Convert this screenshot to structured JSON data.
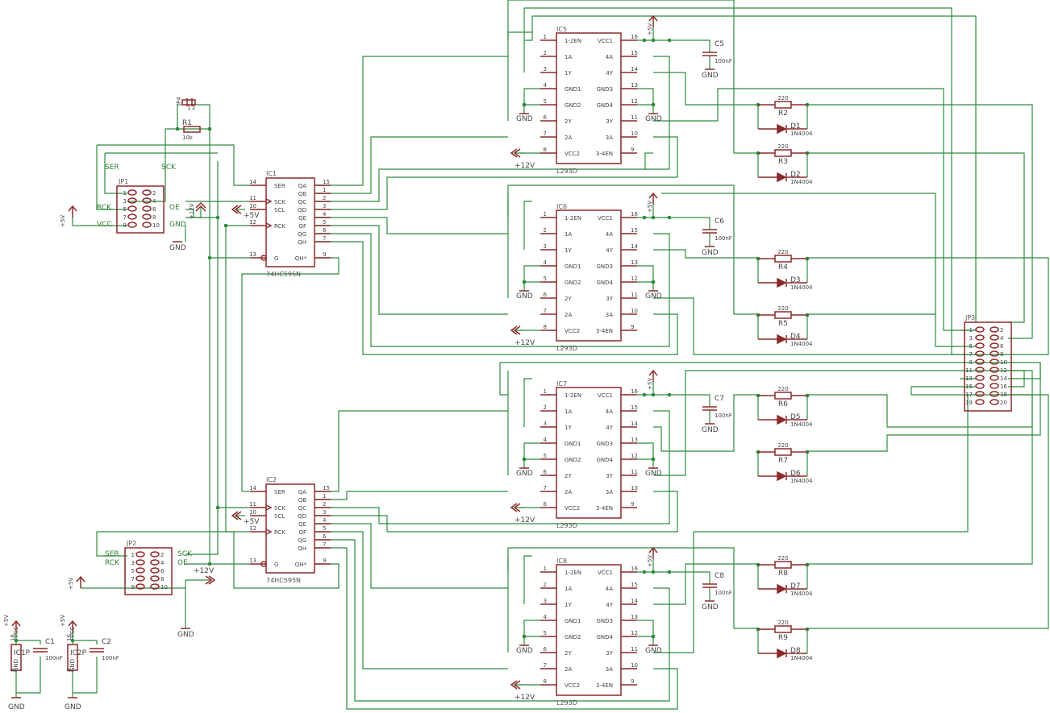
{
  "l293_pins_left": [
    "1-2EN",
    "1A",
    "1Y",
    "GND1",
    "GND2",
    "2Y",
    "2A",
    "VCC2"
  ],
  "l293_pins_right": [
    "VCC1",
    "4A",
    "4Y",
    "GND3",
    "GND4",
    "3Y",
    "3A",
    "3-4EN"
  ],
  "l293_nums_left": [
    "1",
    "2",
    "3",
    "4",
    "5",
    "6",
    "7",
    "8"
  ],
  "l293_nums_right": [
    "16",
    "15",
    "14",
    "13",
    "12",
    "11",
    "10",
    "9"
  ],
  "hc595_pins_left": [
    "SER",
    "SCK",
    "SCL",
    "RCK",
    "G"
  ],
  "hc595_nums_left": [
    "14",
    "11",
    "10",
    "12",
    "13"
  ],
  "hc595_pins_right": [
    "QA",
    "QB",
    "QC",
    "QD",
    "QE",
    "QF",
    "QG",
    "QH",
    "QH*"
  ],
  "hc595_nums_right": [
    "15",
    "1",
    "2",
    "3",
    "4",
    "5",
    "6",
    "7",
    "9"
  ],
  "ic595": [
    {
      "name": "IC1",
      "value": "74HC595N"
    },
    {
      "name": "IC2",
      "value": "74HC595N"
    }
  ],
  "ic293": [
    {
      "name": "IC5",
      "value": "L293D",
      "cap": "C5",
      "capval": "100nF"
    },
    {
      "name": "IC6",
      "value": "L293D",
      "cap": "C6",
      "capval": "100nF"
    },
    {
      "name": "IC7",
      "value": "L293D",
      "cap": "C7",
      "capval": "100nF"
    },
    {
      "name": "IC8",
      "value": "L293D",
      "cap": "C8",
      "capval": "100nF"
    }
  ],
  "channels": [
    {
      "r": "R2",
      "rv": "220",
      "d": "D1",
      "dv": "1N4004"
    },
    {
      "r": "R3",
      "rv": "220",
      "d": "D2",
      "dv": "1N4004"
    },
    {
      "r": "R4",
      "rv": "220",
      "d": "D3",
      "dv": "1N4004"
    },
    {
      "r": "R5",
      "rv": "220",
      "d": "D4",
      "dv": "1N4004"
    },
    {
      "r": "R6",
      "rv": "220",
      "d": "D5",
      "dv": "1N4004"
    },
    {
      "r": "R7",
      "rv": "220",
      "d": "D6",
      "dv": "1N4004"
    },
    {
      "r": "R8",
      "rv": "220",
      "d": "D7",
      "dv": "1N4004"
    },
    {
      "r": "R9",
      "rv": "220",
      "d": "D8",
      "dv": "1N4004"
    }
  ],
  "jp3": {
    "name": "JP3",
    "pins": [
      "1",
      "2",
      "3",
      "4",
      "5",
      "6",
      "7",
      "8",
      "9",
      "10",
      "11",
      "12",
      "13",
      "14",
      "15",
      "16",
      "17",
      "18",
      "19",
      "20"
    ]
  },
  "jp1": {
    "name": "JP1",
    "pins": [
      "1",
      "2",
      "3",
      "4",
      "5",
      "6",
      "7",
      "8",
      "9",
      "10"
    ],
    "ser": "SER",
    "sck": "SCK",
    "rck": "RCK",
    "oe": "OE",
    "vcc": "VCC",
    "gnd": "GND"
  },
  "jp2": {
    "name": "JP2",
    "pins": [
      "1",
      "2",
      "3",
      "4",
      "5",
      "6",
      "7",
      "8",
      "9",
      "10"
    ],
    "ser": "SER",
    "sck": "SCK",
    "rck": "RCK",
    "oe": "OE"
  },
  "jp4": {
    "name": "JP4",
    "pins": [
      "1",
      "2"
    ]
  },
  "r1": {
    "name": "R1",
    "value": "10k"
  },
  "power": [
    {
      "name": "IC1P",
      "cap": "C1",
      "capval": "100nF",
      "top": "16",
      "topn": "VCC",
      "bot": "8",
      "botn": "GND"
    },
    {
      "name": "IC2P",
      "cap": "C2",
      "capval": "100nF",
      "top": "16",
      "topn": "VCC",
      "bot": "8",
      "botn": "GND"
    }
  ],
  "labels": {
    "p5v": "+5V",
    "p12v": "+12V",
    "gnd": "GND"
  }
}
